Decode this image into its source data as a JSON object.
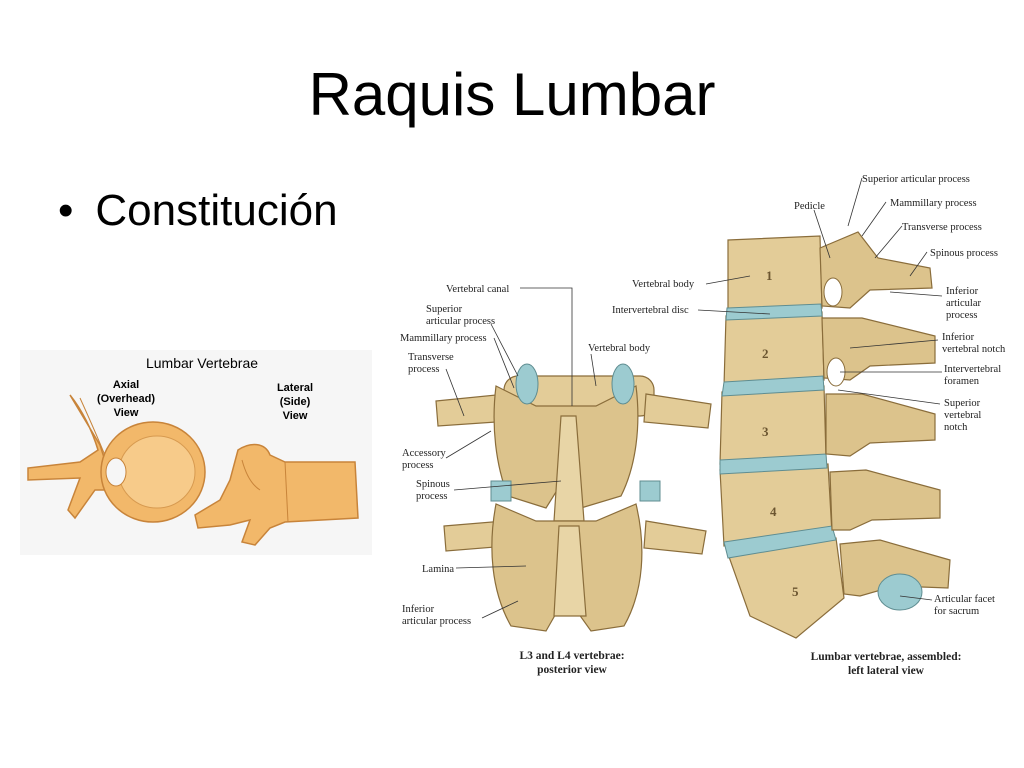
{
  "slide": {
    "title": "Raquis Lumbar",
    "bullet": "Constitución",
    "bullet_marker": "•"
  },
  "left_figure": {
    "heading": "Lumbar Vertebrae",
    "axial": [
      "Axial",
      "(Overhead)",
      "View"
    ],
    "lateral": [
      "Lateral",
      "(Side)",
      "View"
    ]
  },
  "posterior_figure": {
    "labels": {
      "vertebral_canal": "Vertebral canal",
      "superior_articular_1": "Superior",
      "superior_articular_2": "articular process",
      "mammillary": "Mammillary process",
      "transverse_1": "Transverse",
      "transverse_2": "process",
      "vertebral_body": "Vertebral body",
      "accessory_1": "Accessory",
      "accessory_2": "process",
      "spinous_1": "Spinous",
      "spinous_2": "process",
      "lamina": "Lamina",
      "inferior_1": "Inferior",
      "inferior_2": "articular process"
    },
    "caption": [
      "L3 and L4 vertebrae:",
      "posterior view"
    ]
  },
  "lateral_figure": {
    "labels": {
      "superior_articular": "Superior articular process",
      "pedicle": "Pedicle",
      "mammillary": "Mammillary process",
      "transverse": "Transverse process",
      "spinous": "Spinous process",
      "vertebral_body": "Vertebral body",
      "intervertebral_disc": "Intervertebral disc",
      "inferior_articular": [
        "Inferior",
        "articular",
        "process"
      ],
      "inferior_notch": [
        "Inferior",
        "vertebral notch"
      ],
      "foramen": [
        "Intervertebral",
        "foramen"
      ],
      "superior_notch": [
        "Superior",
        "vertebral",
        "notch"
      ],
      "facet": [
        "Articular facet",
        "for sacrum"
      ]
    },
    "numbers": [
      "1",
      "2",
      "3",
      "4",
      "5"
    ],
    "caption": [
      "Lumbar vertebrae, assembled:",
      "left lateral view"
    ]
  },
  "colors": {
    "bone": "#e3cc98",
    "bone_dark": "#b89a62",
    "disc": "#9ccbd0",
    "orange_bone": "#f2b86a"
  }
}
